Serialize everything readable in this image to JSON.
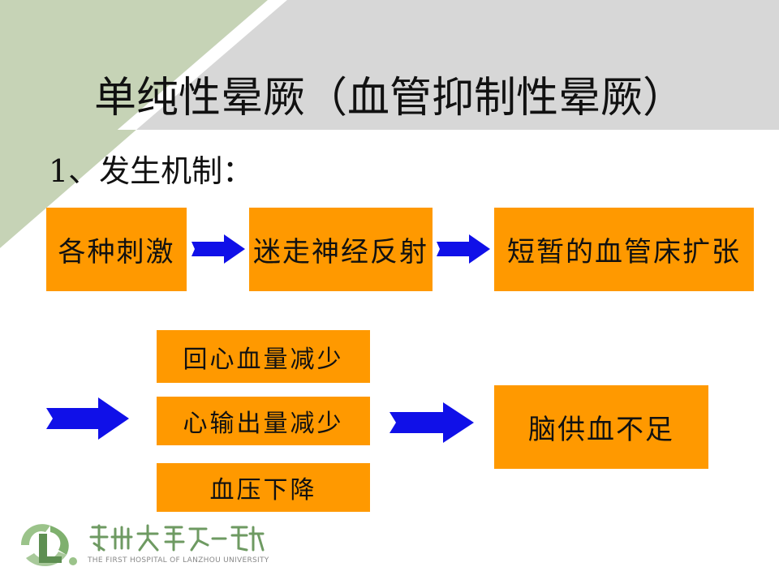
{
  "title": "单纯性晕厥（血管抑制性晕厥）",
  "subtitle": "1、发生机制：",
  "flow_top": [
    "各种刺激",
    "迷走神经反射",
    "短暂的血管床扩张"
  ],
  "flow_mid": [
    "回心血量减少",
    "心输出量减少",
    "血压下降"
  ],
  "result": "脑供血不足",
  "logo": {
    "cn": "兰州大学第一医院",
    "en": "THE FIRST HOSPITAL OF LANZHOU UNIVERSITY"
  },
  "colors": {
    "box": "#FF9900",
    "arrow": "#1010E8",
    "band_green": "#C6D3B6",
    "band_gray": "#D7D7D7"
  }
}
